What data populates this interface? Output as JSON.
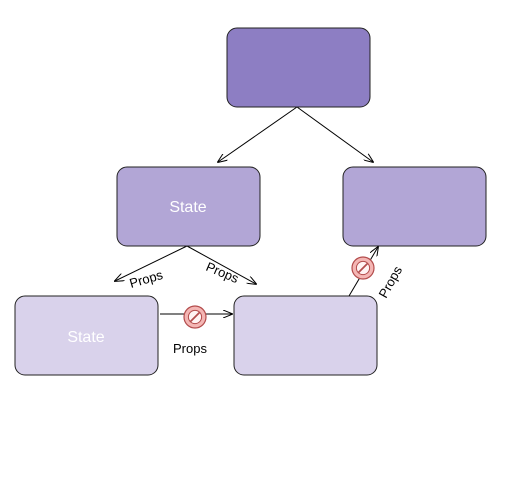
{
  "colors": {
    "root_fill": "#8d7ec3",
    "level2_fill": "#b2a6d6",
    "level3_fill": "#d9d2eb",
    "node_stroke": "#222222",
    "arrow": "#000000",
    "blocked_fill": "#f4b6b4",
    "blocked_stroke": "#b34c4c"
  },
  "nodes": {
    "root": {
      "label": ""
    },
    "state_mid": {
      "label": "State"
    },
    "right_mid": {
      "label": ""
    },
    "state_bottom": {
      "label": "State"
    },
    "bottom_middle": {
      "label": ""
    }
  },
  "edges": {
    "props_left": "Props",
    "props_right": "Props",
    "props_blocked_horizontal": "Props",
    "props_blocked_diagonal": "Props"
  },
  "icons": {
    "blocked": "no-entry-icon"
  }
}
